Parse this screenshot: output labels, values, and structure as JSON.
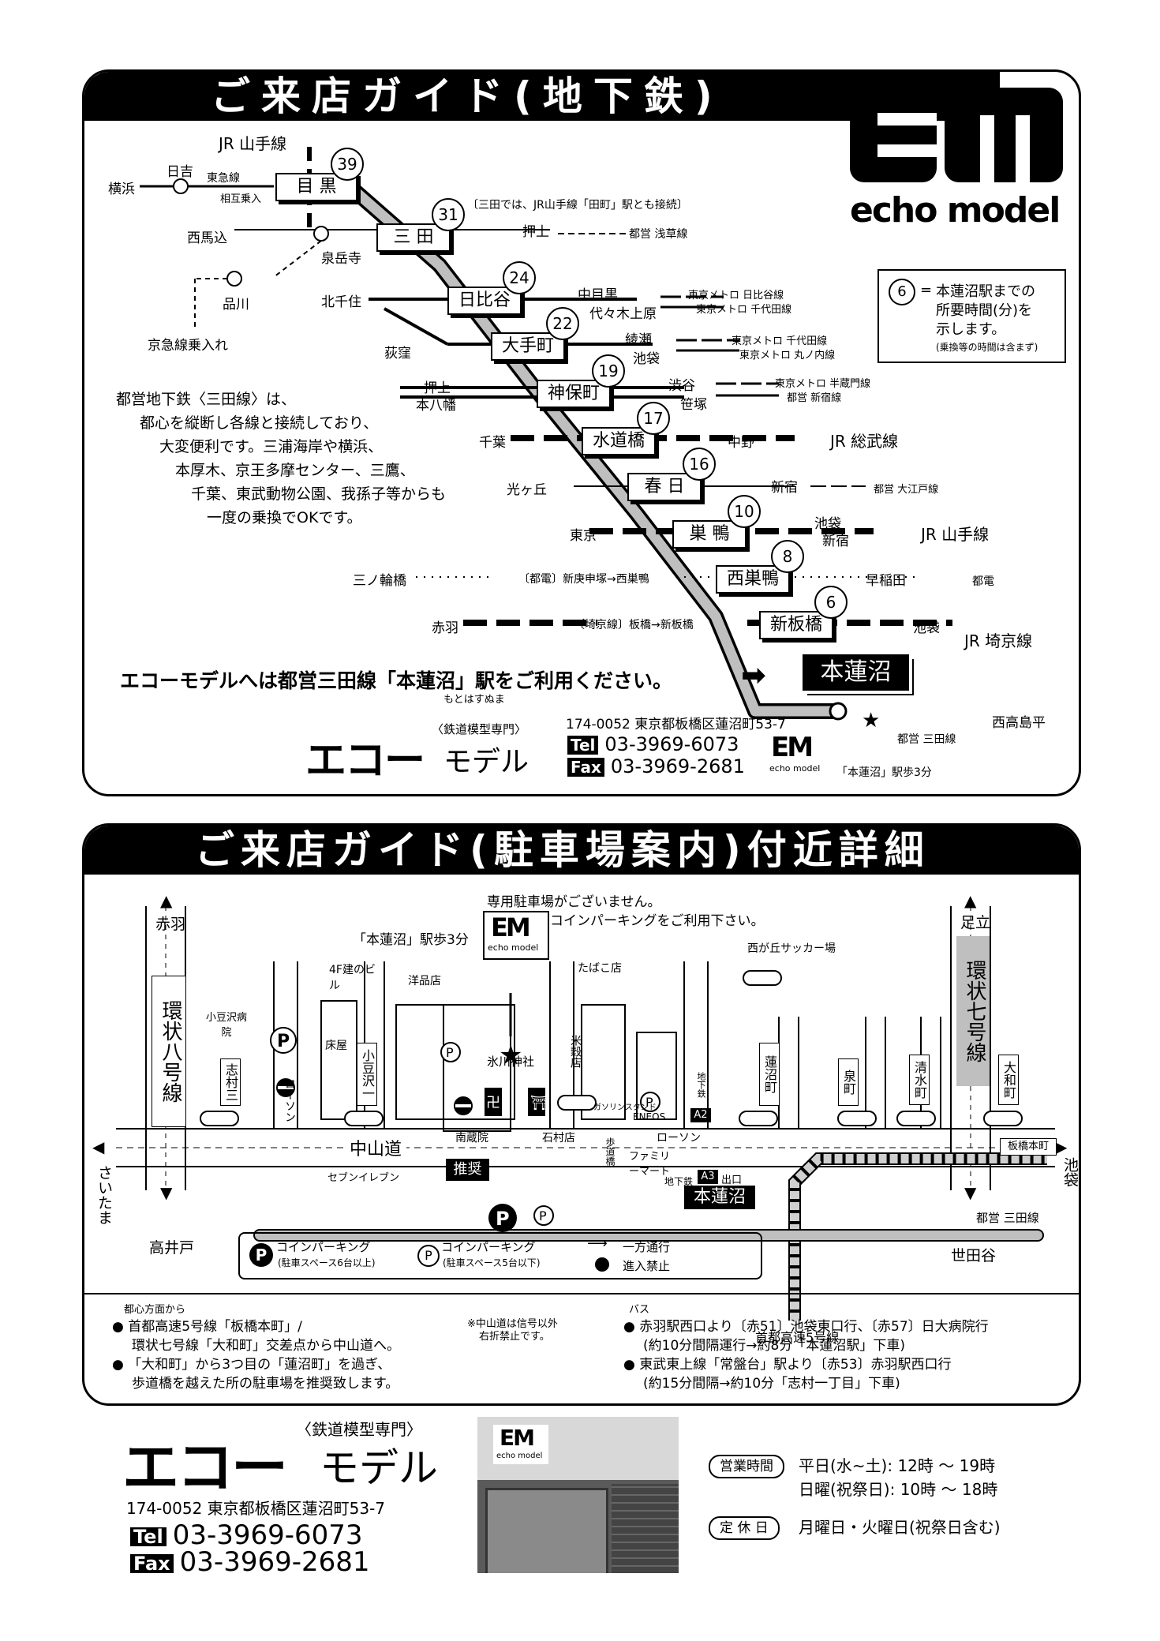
{
  "subway": {
    "title": "ご来店ガイド(地下鉄)",
    "desc": [
      "都営地下鉄〈三田線〉は、",
      "都心を縦断し各線と接続しており、",
      "大変便利です。三浦海岸や横浜、",
      "本厚木、京王多摩センター、三鷹、",
      "千葉、東武動物公園、我孫子等からも",
      "一度の乗換でOKです。"
    ],
    "stations": [
      {
        "name": "目 黒",
        "minutes": "39"
      },
      {
        "name": "三 田",
        "minutes": "31"
      },
      {
        "name": "日比谷",
        "minutes": "24"
      },
      {
        "name": "大手町",
        "minutes": "22"
      },
      {
        "name": "神保町",
        "minutes": "19"
      },
      {
        "name": "水道橋",
        "minutes": "17"
      },
      {
        "name": "春 日",
        "minutes": "16"
      },
      {
        "name": "巣 鴨",
        "minutes": "10"
      },
      {
        "name": "西巣鴨",
        "minutes": "8"
      },
      {
        "name": "新板橋",
        "minutes": "6"
      }
    ],
    "connections": {
      "jr_yamanote_top": "JR 山手線",
      "hiyoshi": "日吉",
      "yokohama": "横浜",
      "tokyu": "東急線",
      "tokyu_sub": "相互乗入",
      "nishimagome": "西馬込",
      "sengakuji": "泉岳寺",
      "shinagawa": "品川",
      "keikyu": "京急線乗入れ",
      "mita_note": "〔三田では、JR山手線「田町」駅とも接続〕",
      "oshiage": "押上",
      "toei_asakusa": "都営 浅草線",
      "kitasenju": "北千住",
      "nakameguro": "中目黒",
      "yoyogiuehara": "代々木上原",
      "metro_hibiya": "東京メトロ 日比谷線",
      "metro_chiyoda1": "東京メトロ 千代田線",
      "ogikubo": "荻窪",
      "ayase": "綾瀬",
      "ikebukuro1": "池袋",
      "metro_chiyoda2": "東京メトロ 千代田線",
      "metro_marunouchi": "東京メトロ 丸ノ内線",
      "oshiage2": "押上",
      "motoyawata": "本八幡",
      "shibuya": "渋谷",
      "sasazuka": "笹塚",
      "metro_hanzomon": "東京メトロ 半蔵門線",
      "toei_shinjuku": "都営 新宿線",
      "chiba": "千葉",
      "nakano": "中野",
      "jr_sobu": "JR 総武線",
      "hikarigaoka": "光ヶ丘",
      "shinjuku": "新宿",
      "toei_oedo": "都営 大江戸線",
      "tokyo": "東京",
      "ikebukuro2": "池袋",
      "shinjuku2": "新宿",
      "jr_yamanote": "JR 山手線",
      "minowabashi": "三ノ輪橋",
      "toden_note": "〔都電〕新庚申塚→西巣鴨",
      "waseda": "早稲田",
      "toden": "都電",
      "akabane": "赤羽",
      "saikyo_note": "〔埼京線〕板橋→新板橋",
      "ikebukuro3": "池袋",
      "jr_saikyo": "JR 埼京線",
      "nishitakashimadaira": "西高島平",
      "toei_mita": "都営 三田線"
    },
    "legend": {
      "num": "6",
      "eq": "=",
      "line1": "本蓮沼駅までの",
      "line2": "所要時間(分)を",
      "line3": "示します。",
      "note": "(乗換等の時間は含まず)"
    },
    "guide": "エコーモデルへは都営三田線「本蓮沼」駅をご利用ください。",
    "guide_ruby": "もとはすぬま",
    "dest": "本蓮沼",
    "store_logo_sub": "〈鉄道模型専門〉",
    "store_logo_main": "エコー",
    "store_logo_kana": "モデル",
    "address": "174-0052 東京都板橋区蓮沼町53-7",
    "tel_label": "Tel",
    "tel": "03-3969-6073",
    "fax_label": "Fax",
    "fax": "03-3969-2681",
    "walk": "「本蓮沼」駅歩3分",
    "em_logo": "EM",
    "em_sub": "echo model"
  },
  "parking": {
    "title": "ご来店ガイド(駐車場案内)付近詳細",
    "no_parking": "専用駐車場がございません。",
    "coin_parking": "コインパーキングをご利用下さい。",
    "walk": "「本蓮沼」駅歩3分",
    "roads": {
      "kanpachi": "環状八号線",
      "kannana": "環状七号線",
      "nakasendo": "中山道",
      "shuto5": "首都高速5号線"
    },
    "directions": {
      "akabane": "赤羽",
      "adachi": "足立",
      "saitama": "さいたま",
      "ikebukuro": "池袋",
      "takaido": "高井戸",
      "setagaya": "世田谷"
    },
    "places": {
      "kozawa": "小豆沢病院",
      "yonkai": "4F建のビル",
      "tokoya": "床屋",
      "yohin": "洋品店",
      "tabako": "たばこ店",
      "hikawa": "氷川神社",
      "beikoku": "米穀店",
      "nishigaoka": "西が丘サッカー場",
      "gas": "ガソリンスタンド",
      "eneos": "ENEOS",
      "lawson1": "ローソン",
      "lawson2": "ローソン",
      "seven": "セブンイレブン",
      "nanzoin": "南蔵院",
      "ishimura": "石村店",
      "hodokyo": "歩道橋",
      "family": "ファミリーマート",
      "chika_a2": "地下鉄",
      "a2": "A2",
      "chika_a3": "地下鉄",
      "a3": "A3",
      "exit": "出口",
      "station": "本蓮沼",
      "itabashihoncho": "板橋本町",
      "toei_mita": "都営 三田線",
      "recommend": "推奨"
    },
    "signals": [
      "志村三",
      "小豆沢一",
      "蓮沼町",
      "泉町",
      "清水町",
      "大和町"
    ],
    "legend": {
      "coin_big": "コインパーキング",
      "coin_big_sub": "(駐車スペース6台以上)",
      "coin_small": "コインパーキング",
      "coin_small_sub": "(駐車スペース5台以下)",
      "oneway": "一方通行",
      "noentry": "進入禁止"
    },
    "access_car_head": "都心方面から",
    "access_car": [
      "首都高速5号線「板橋本町」/",
      "環状七号線「大和町」交差点から中山道へ。",
      "「大和町」から3つ目の「蓮沼町」を過ぎ、",
      "歩道橋を越えた所の駐車場を推奨致します。"
    ],
    "access_note": [
      "※中山道は信号以外",
      "右折禁止です。"
    ],
    "bus_head": "バス",
    "bus": [
      "赤羽駅西口より〔赤51〕池袋東口行、〔赤57〕日大病院行",
      "(約10分間隔運行→約8分「本蓮沼駅」下車)",
      "東武東上線「常盤台」駅より〔赤53〕赤羽駅西口行",
      "(約15分間隔→約10分「志村一丁目」下車)"
    ]
  },
  "footer": {
    "logo_sub": "〈鉄道模型専門〉",
    "logo_main": "エコー",
    "logo_kana": "モデル",
    "address": "174-0052 東京都板橋区蓮沼町53-7",
    "tel_label": "Tel",
    "tel": "03-3969-6073",
    "fax_label": "Fax",
    "fax": "03-3969-2681",
    "hours_label": "営業時間",
    "weekday": "平日(水~土): 12時 〜 19時",
    "holiday": "日曜(祝祭日): 10時 〜 18時",
    "closed_label": "定 休 日",
    "closed": "月曜日・火曜日(祝祭日含む)",
    "shop_sign": "echo model"
  },
  "colors": {
    "ink": "#000000",
    "paper": "#ffffff",
    "route": "#bfbfbf",
    "photo": "#5a5a5a"
  }
}
